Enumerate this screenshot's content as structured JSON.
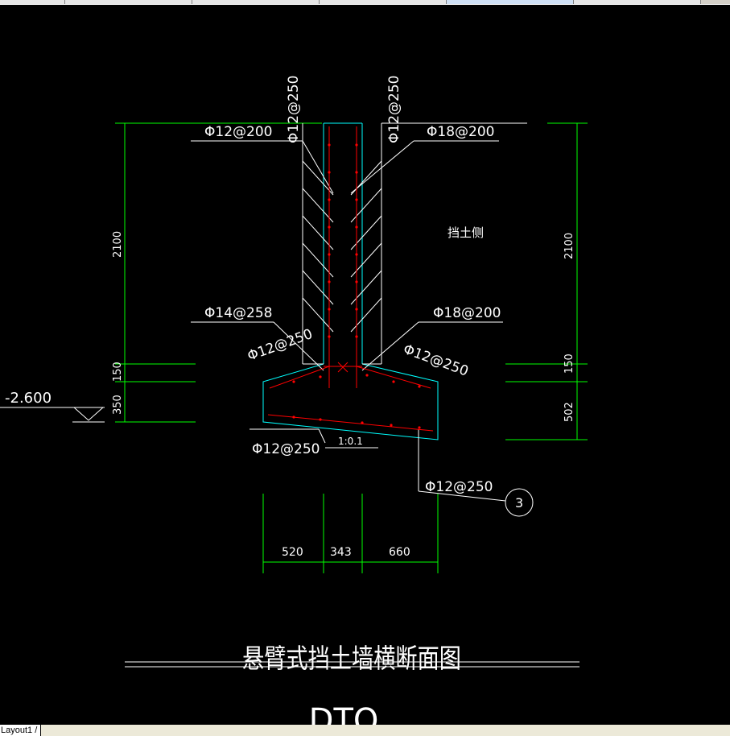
{
  "app": {
    "layout_tab": "Layout1",
    "tab_separator": "/"
  },
  "colors": {
    "background": "#000000",
    "dimension": "#00ff00",
    "outline": "#00ffff",
    "rebar": "#ff0000",
    "leader": "#ffffff"
  },
  "drawing": {
    "title": "悬臂式挡土墙横断面图",
    "subtitle": "DTQ",
    "soil_side_label": "挡土侧",
    "elevation": "-2.600",
    "slope_label": "1:0.1",
    "detail_callout": "3",
    "rebar_labels": {
      "left_vertical": "Φ12@250",
      "right_vertical": "Φ12@250",
      "left_top": "Φ12@200",
      "right_top": "Φ18@200",
      "left_mid": "Φ14@258",
      "right_mid": "Φ18@200",
      "left_heel": "Φ12@250",
      "right_heel": "Φ12@250",
      "bottom_left": "Φ12@250",
      "bottom_right": "Φ12@250"
    },
    "dimensions": {
      "left_height": "2100",
      "left_mid": "150",
      "left_base": "350",
      "right_height": "2100",
      "right_mid": "150",
      "right_base": "502",
      "base_left": "520",
      "base_wall": "343",
      "base_right": "660"
    }
  }
}
